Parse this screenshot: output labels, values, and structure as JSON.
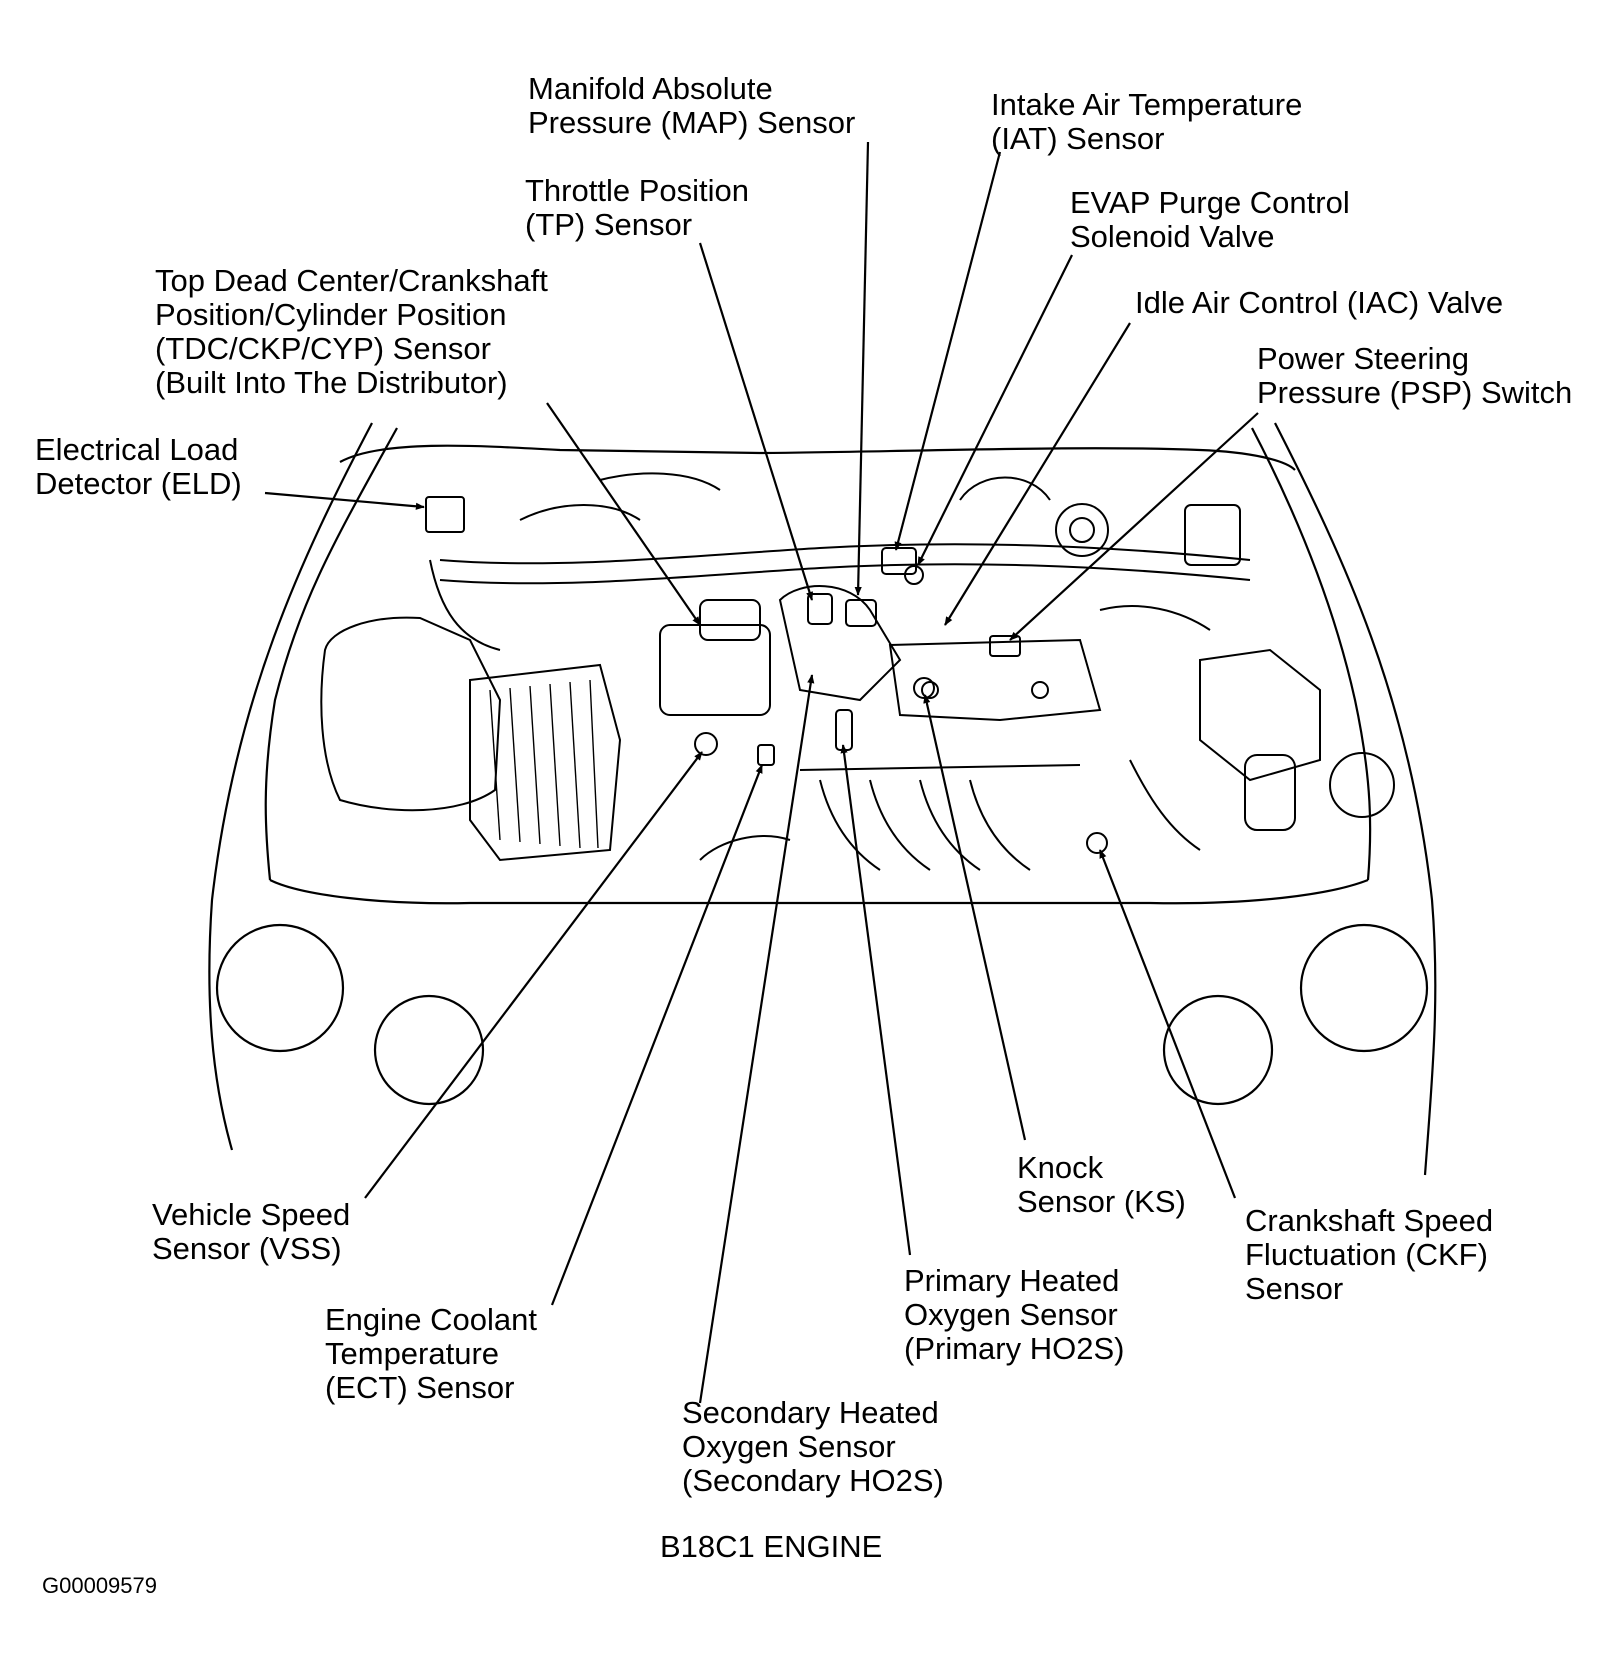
{
  "title": "B18C1 ENGINE",
  "figure_id": "G00009579",
  "labels": {
    "map": [
      "Manifold Absolute",
      "Pressure (MAP) Sensor"
    ],
    "iat": [
      "Intake Air Temperature",
      "(IAT) Sensor"
    ],
    "tp": [
      "Throttle Position",
      "(TP) Sensor"
    ],
    "evap": [
      "EVAP Purge Control",
      "Solenoid Valve"
    ],
    "tdc": [
      "Top Dead Center/Crankshaft",
      "Position/Cylinder Position",
      "(TDC/CKP/CYP) Sensor",
      "(Built Into The Distributor)"
    ],
    "iac": [
      "Idle Air Control (IAC) Valve"
    ],
    "psp": [
      "Power Steering",
      "Pressure (PSP) Switch"
    ],
    "eld": [
      "Electrical Load",
      "Detector (ELD)"
    ],
    "vss": [
      "Vehicle Speed",
      "Sensor (VSS)"
    ],
    "ect": [
      "Engine Coolant",
      "Temperature",
      "(ECT) Sensor"
    ],
    "sho2s": [
      "Secondary Heated",
      "Oxygen Sensor",
      "(Secondary HO2S)"
    ],
    "pho2s": [
      "Primary Heated",
      "Oxygen Sensor",
      "(Primary HO2S)"
    ],
    "ks": [
      "Knock",
      "Sensor (KS)"
    ],
    "ckf": [
      "Crankshaft Speed",
      "Fluctuation (CKF)",
      "Sensor"
    ]
  }
}
